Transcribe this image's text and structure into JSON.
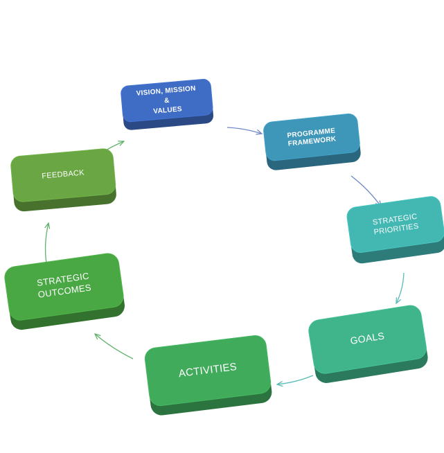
{
  "colors": {
    "vision": "#3f6cc4",
    "programme": "#3e96b9",
    "priorities": "#43b7b2",
    "goals": "#40b48a",
    "activities": "#41ab5c",
    "outcomes": "#4aa844",
    "feedback": "#6aa644",
    "arrow_blue": "#6f86c8",
    "arrow_teal": "#57b9b6",
    "arrow_green": "#5fb26a"
  },
  "nodes": {
    "vision": {
      "lines": [
        "VISION, MISSION",
        "&",
        "VALUES"
      ]
    },
    "programme": {
      "lines": [
        "PROGRAMME",
        "FRAMEWORK"
      ]
    },
    "priorities": {
      "lines": [
        "STRATEGIC",
        "PRIORITIES"
      ]
    },
    "goals": {
      "lines": [
        "GOALS"
      ]
    },
    "activities": {
      "lines": [
        "ACTIVITIES"
      ]
    },
    "outcomes": {
      "lines": [
        "STRATEGIC",
        "OUTCOMES"
      ]
    },
    "feedback": {
      "lines": [
        "FEEDBACK"
      ]
    }
  }
}
